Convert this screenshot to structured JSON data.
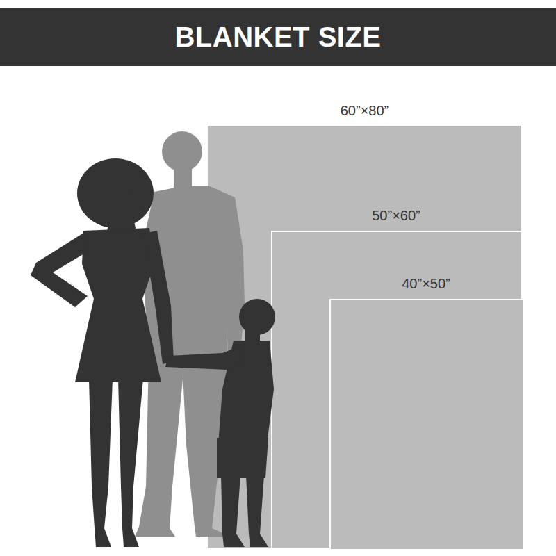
{
  "diagram": {
    "title": "BLANKET SIZE",
    "nodes": [
      {
        "text": [
          "60”×80”"
        ]
      },
      {
        "text": [
          "50”×60”"
        ],
        "in": 0
      },
      {
        "text": [
          "40”×50”"
        ],
        "in": 1
      }
    ]
  }
}
